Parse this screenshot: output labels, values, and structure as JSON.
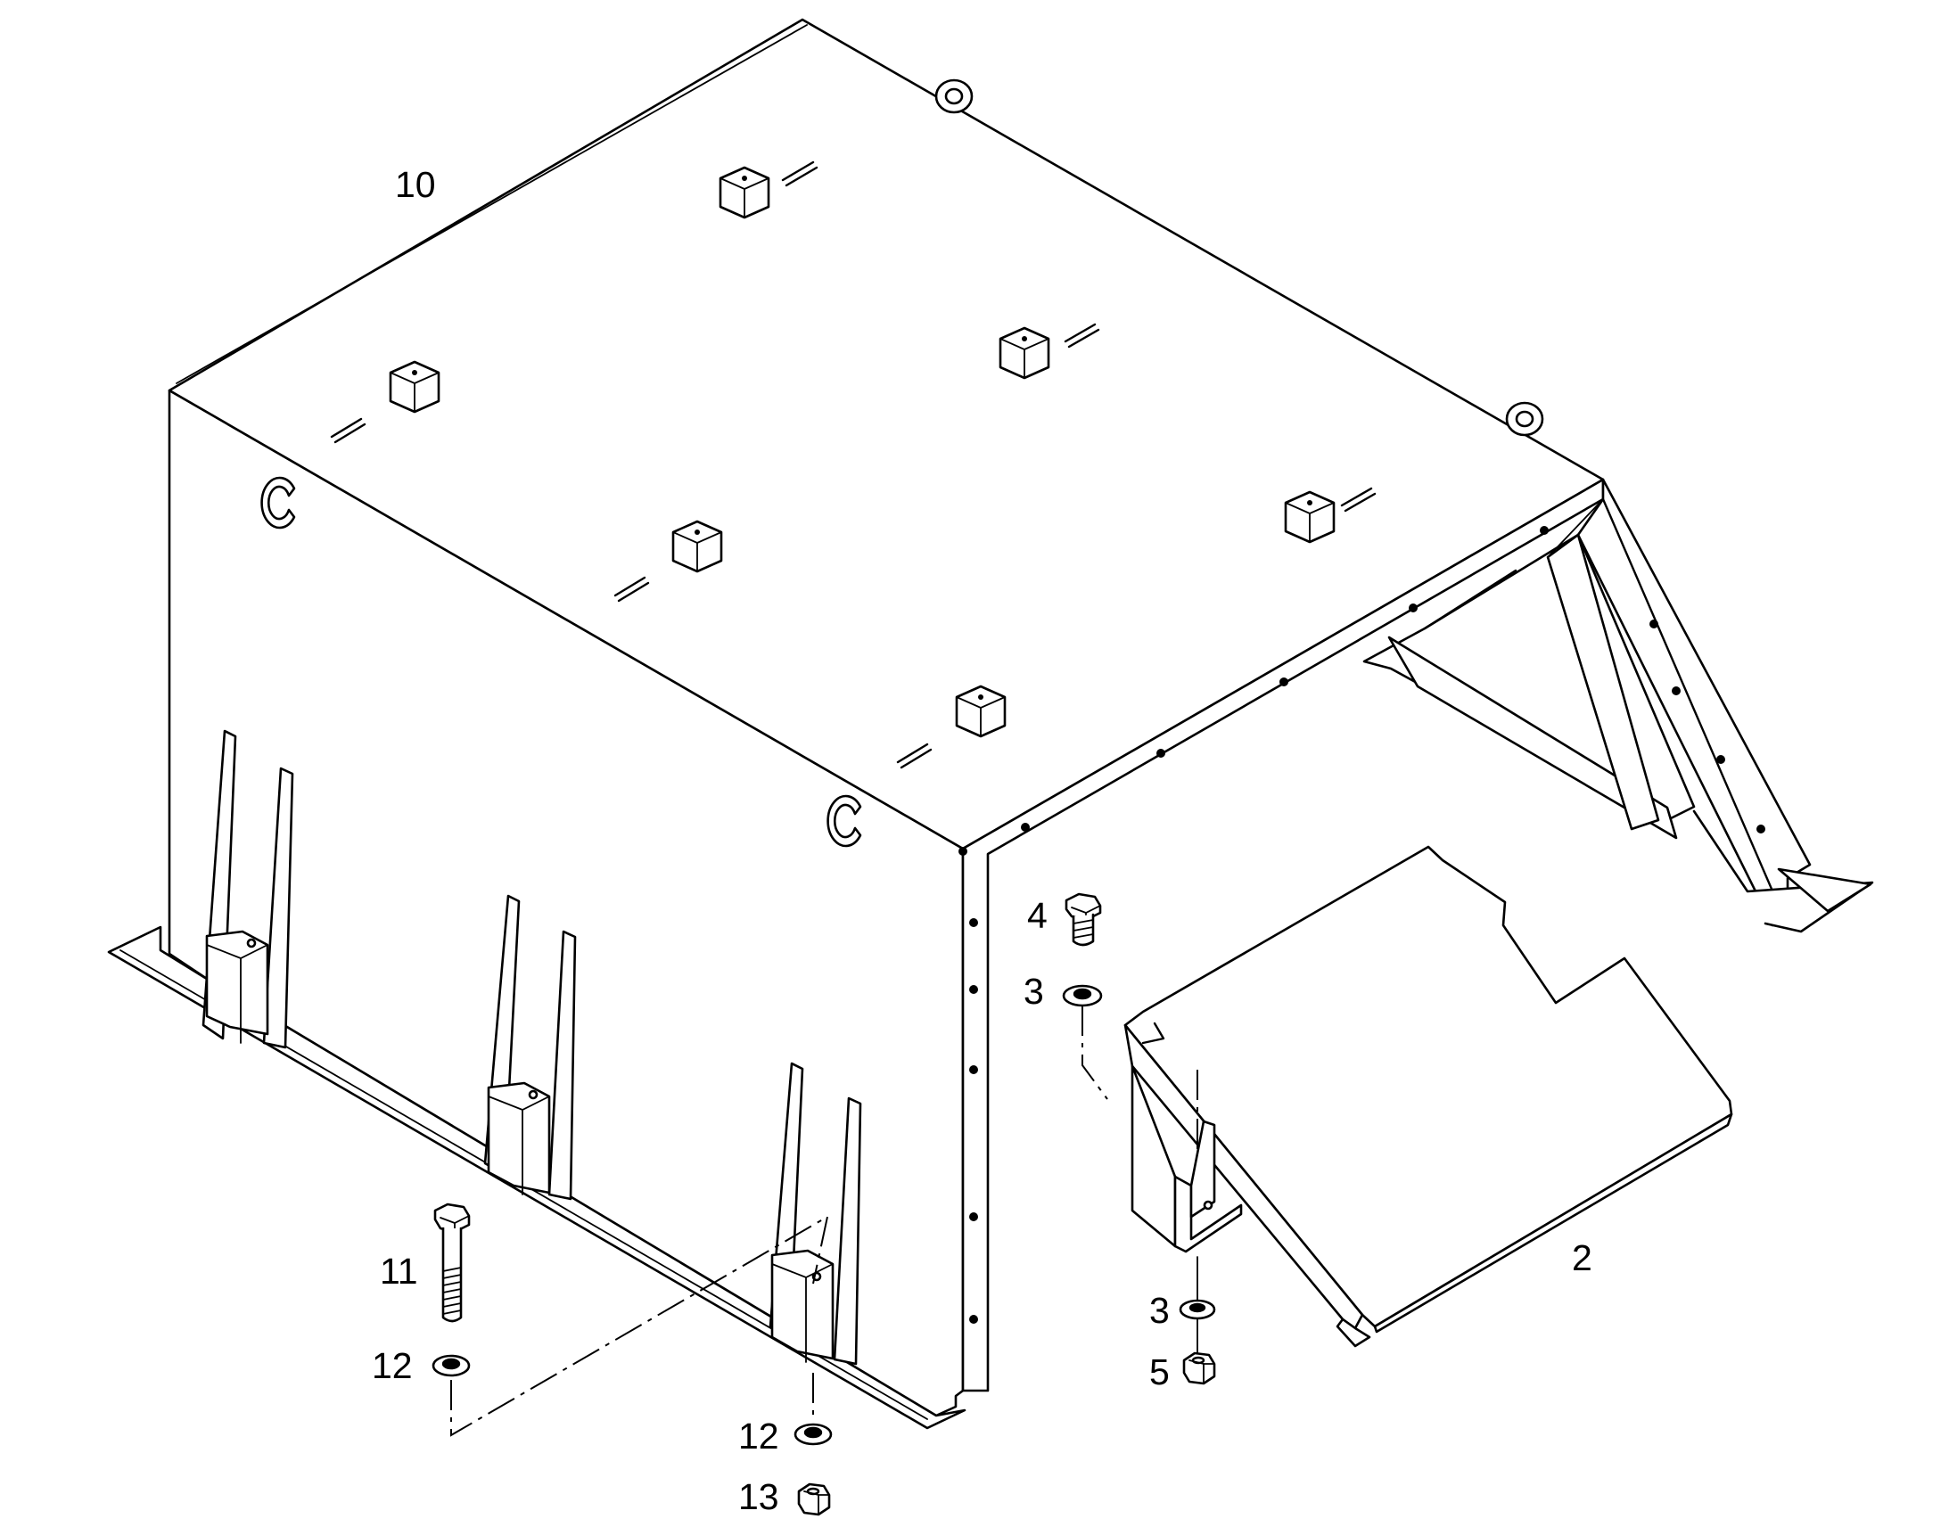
{
  "labels": {
    "cover": "10",
    "bolt_small": "4",
    "washer_upper": "3",
    "side_panel": "2",
    "bolt_long": "11",
    "washer_left": "12",
    "washer_lower_right": "3",
    "nut_right": "5",
    "washer_bottom": "12",
    "nut_bottom": "13"
  }
}
